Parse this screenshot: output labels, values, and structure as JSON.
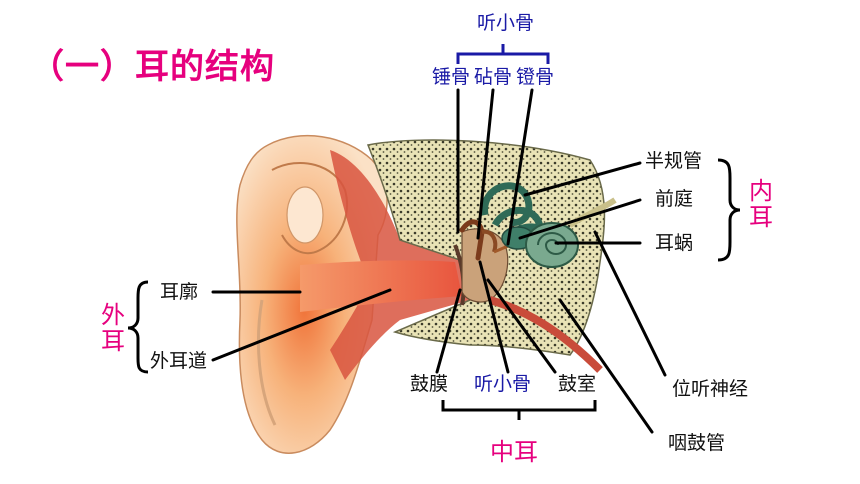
{
  "title": "（一）耳的结构",
  "ossicles_group": {
    "label": "听小骨",
    "items": [
      "锤骨",
      "砧骨",
      "镫骨"
    ]
  },
  "inner_ear": {
    "label": "内耳",
    "items": [
      "半规管",
      "前庭",
      "耳蜗"
    ]
  },
  "outer_ear": {
    "label": "外耳",
    "items": [
      "耳廓",
      "外耳道"
    ]
  },
  "middle_ear": {
    "label": "中耳",
    "items": [
      "鼓膜",
      "听小骨",
      "鼓室"
    ]
  },
  "others": [
    "位听神经",
    "咽鼓管"
  ],
  "colors": {
    "title": "#e6007e",
    "accent_blue": "#1a1aa6",
    "text": "#111111"
  }
}
